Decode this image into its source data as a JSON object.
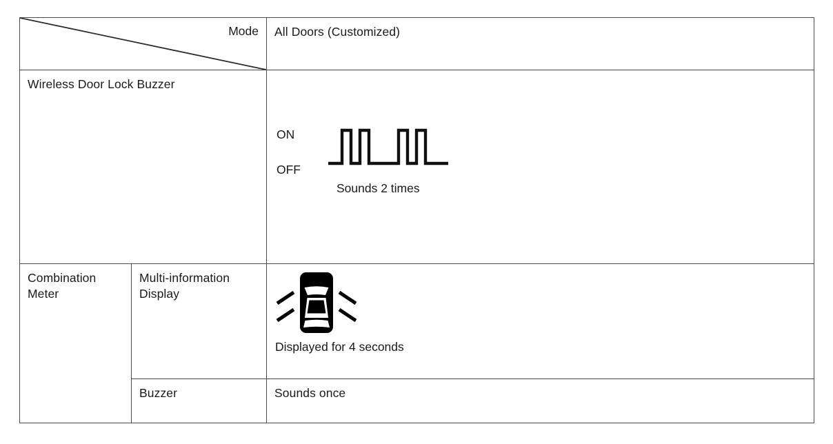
{
  "table": {
    "header": {
      "corner_label": "Mode",
      "mode_value": "All Doors (Customized)"
    },
    "rows": [
      {
        "id": "wireless-door-lock-buzzer",
        "group_label": "Wireless Door Lock Buzzer",
        "sub_label": null,
        "content_type": "waveform",
        "waveform": {
          "on_label": "ON",
          "off_label": "OFF",
          "caption": "Sounds 2 times",
          "pulse_count": 4,
          "groups": 2,
          "pulses_per_group": 2
        }
      },
      {
        "id": "combination-meter-display",
        "group_label": "Combination Meter",
        "sub_label": "Multi-information Display",
        "content_type": "icon",
        "icon": {
          "name": "car-flashing-icon",
          "caption": "Displayed for 4 seconds"
        }
      },
      {
        "id": "combination-meter-buzzer",
        "group_label": null,
        "sub_label": "Buzzer",
        "content_type": "text",
        "text": "Sounds once"
      }
    ]
  },
  "colors": {
    "border": "#4a4a4a",
    "text": "#1a1a1a",
    "ink": "#000000",
    "background": "#ffffff"
  }
}
